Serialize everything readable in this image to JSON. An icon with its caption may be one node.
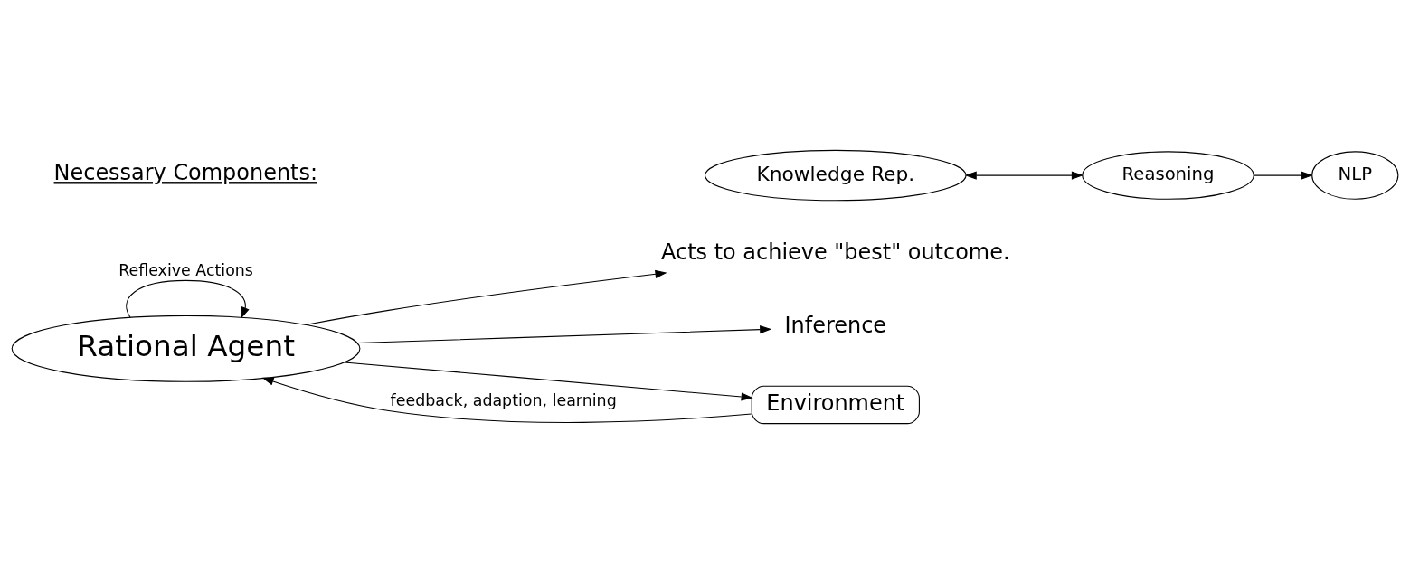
{
  "diagram": {
    "nodes": [
      {
        "text": [
          "Rational Agent"
        ]
      },
      {
        "text": [
          "Acts to achieve \"best\" outcome."
        ]
      },
      {
        "text": [
          "Inference"
        ]
      },
      {
        "text": [
          "Environment"
        ]
      },
      {
        "text": [
          "Knowledge Rep."
        ]
      },
      {
        "text": [
          "Reasoning"
        ]
      },
      {
        "text": [
          "NLP"
        ]
      }
    ],
    "edges": [
      {
        "from": 0,
        "to": 1,
        "arrow": "to"
      },
      {
        "from": 0,
        "to": 0,
        "arrow": "to",
        "label": "Reflexive Actions"
      },
      {
        "from": 0,
        "to": 2,
        "arrow": "to"
      },
      {
        "from": 0,
        "to": 3,
        "arrow": "to"
      },
      {
        "from": 3,
        "to": 0,
        "arrow": "to",
        "label": "feedback, adaption, learning"
      },
      {
        "from": 4,
        "to": 5,
        "arrow": "both"
      },
      {
        "from": 5,
        "to": 6,
        "arrow": "to"
      }
    ],
    "labels": [
      "Necessary Components:"
    ]
  }
}
